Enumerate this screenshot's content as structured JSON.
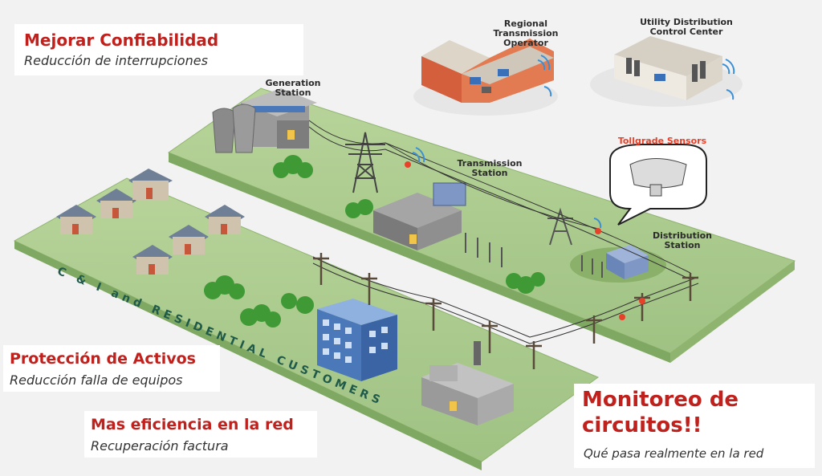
{
  "callouts": {
    "reliability": {
      "title": "Mejorar Confiabilidad",
      "subtitle": "Reducción de interrupciones"
    },
    "assets": {
      "title": "Protección de Activos",
      "subtitle": "Reducción falla de equipos"
    },
    "efficiency": {
      "title": "Mas eficiencia en la red",
      "subtitle": "Recuperación factura"
    },
    "monitoring": {
      "title_line1": "Monitoreo de",
      "title_line2": "circuitos!!",
      "subtitle": "Qué pasa realmente en la red"
    }
  },
  "facilities": {
    "generation": [
      "Generation",
      "Station"
    ],
    "regional": [
      "Regional",
      "Transmission",
      "Operator"
    ],
    "utility": [
      "Utility Distribution",
      "Control Center"
    ],
    "transmission": [
      "Transmission",
      "Station"
    ],
    "distribution": [
      "Distribution",
      "Station"
    ],
    "sensors": "Tollgrade Sensors"
  },
  "customers_label": "C & I and RESIDENTIAL CUSTOMERS",
  "colors": {
    "accent_red": "#c0211d",
    "ground_green": "#a9c98a",
    "tree_green": "#3f9a36",
    "wifi_blue": "#3a8fd6",
    "building_blue": "#4a78b8"
  }
}
